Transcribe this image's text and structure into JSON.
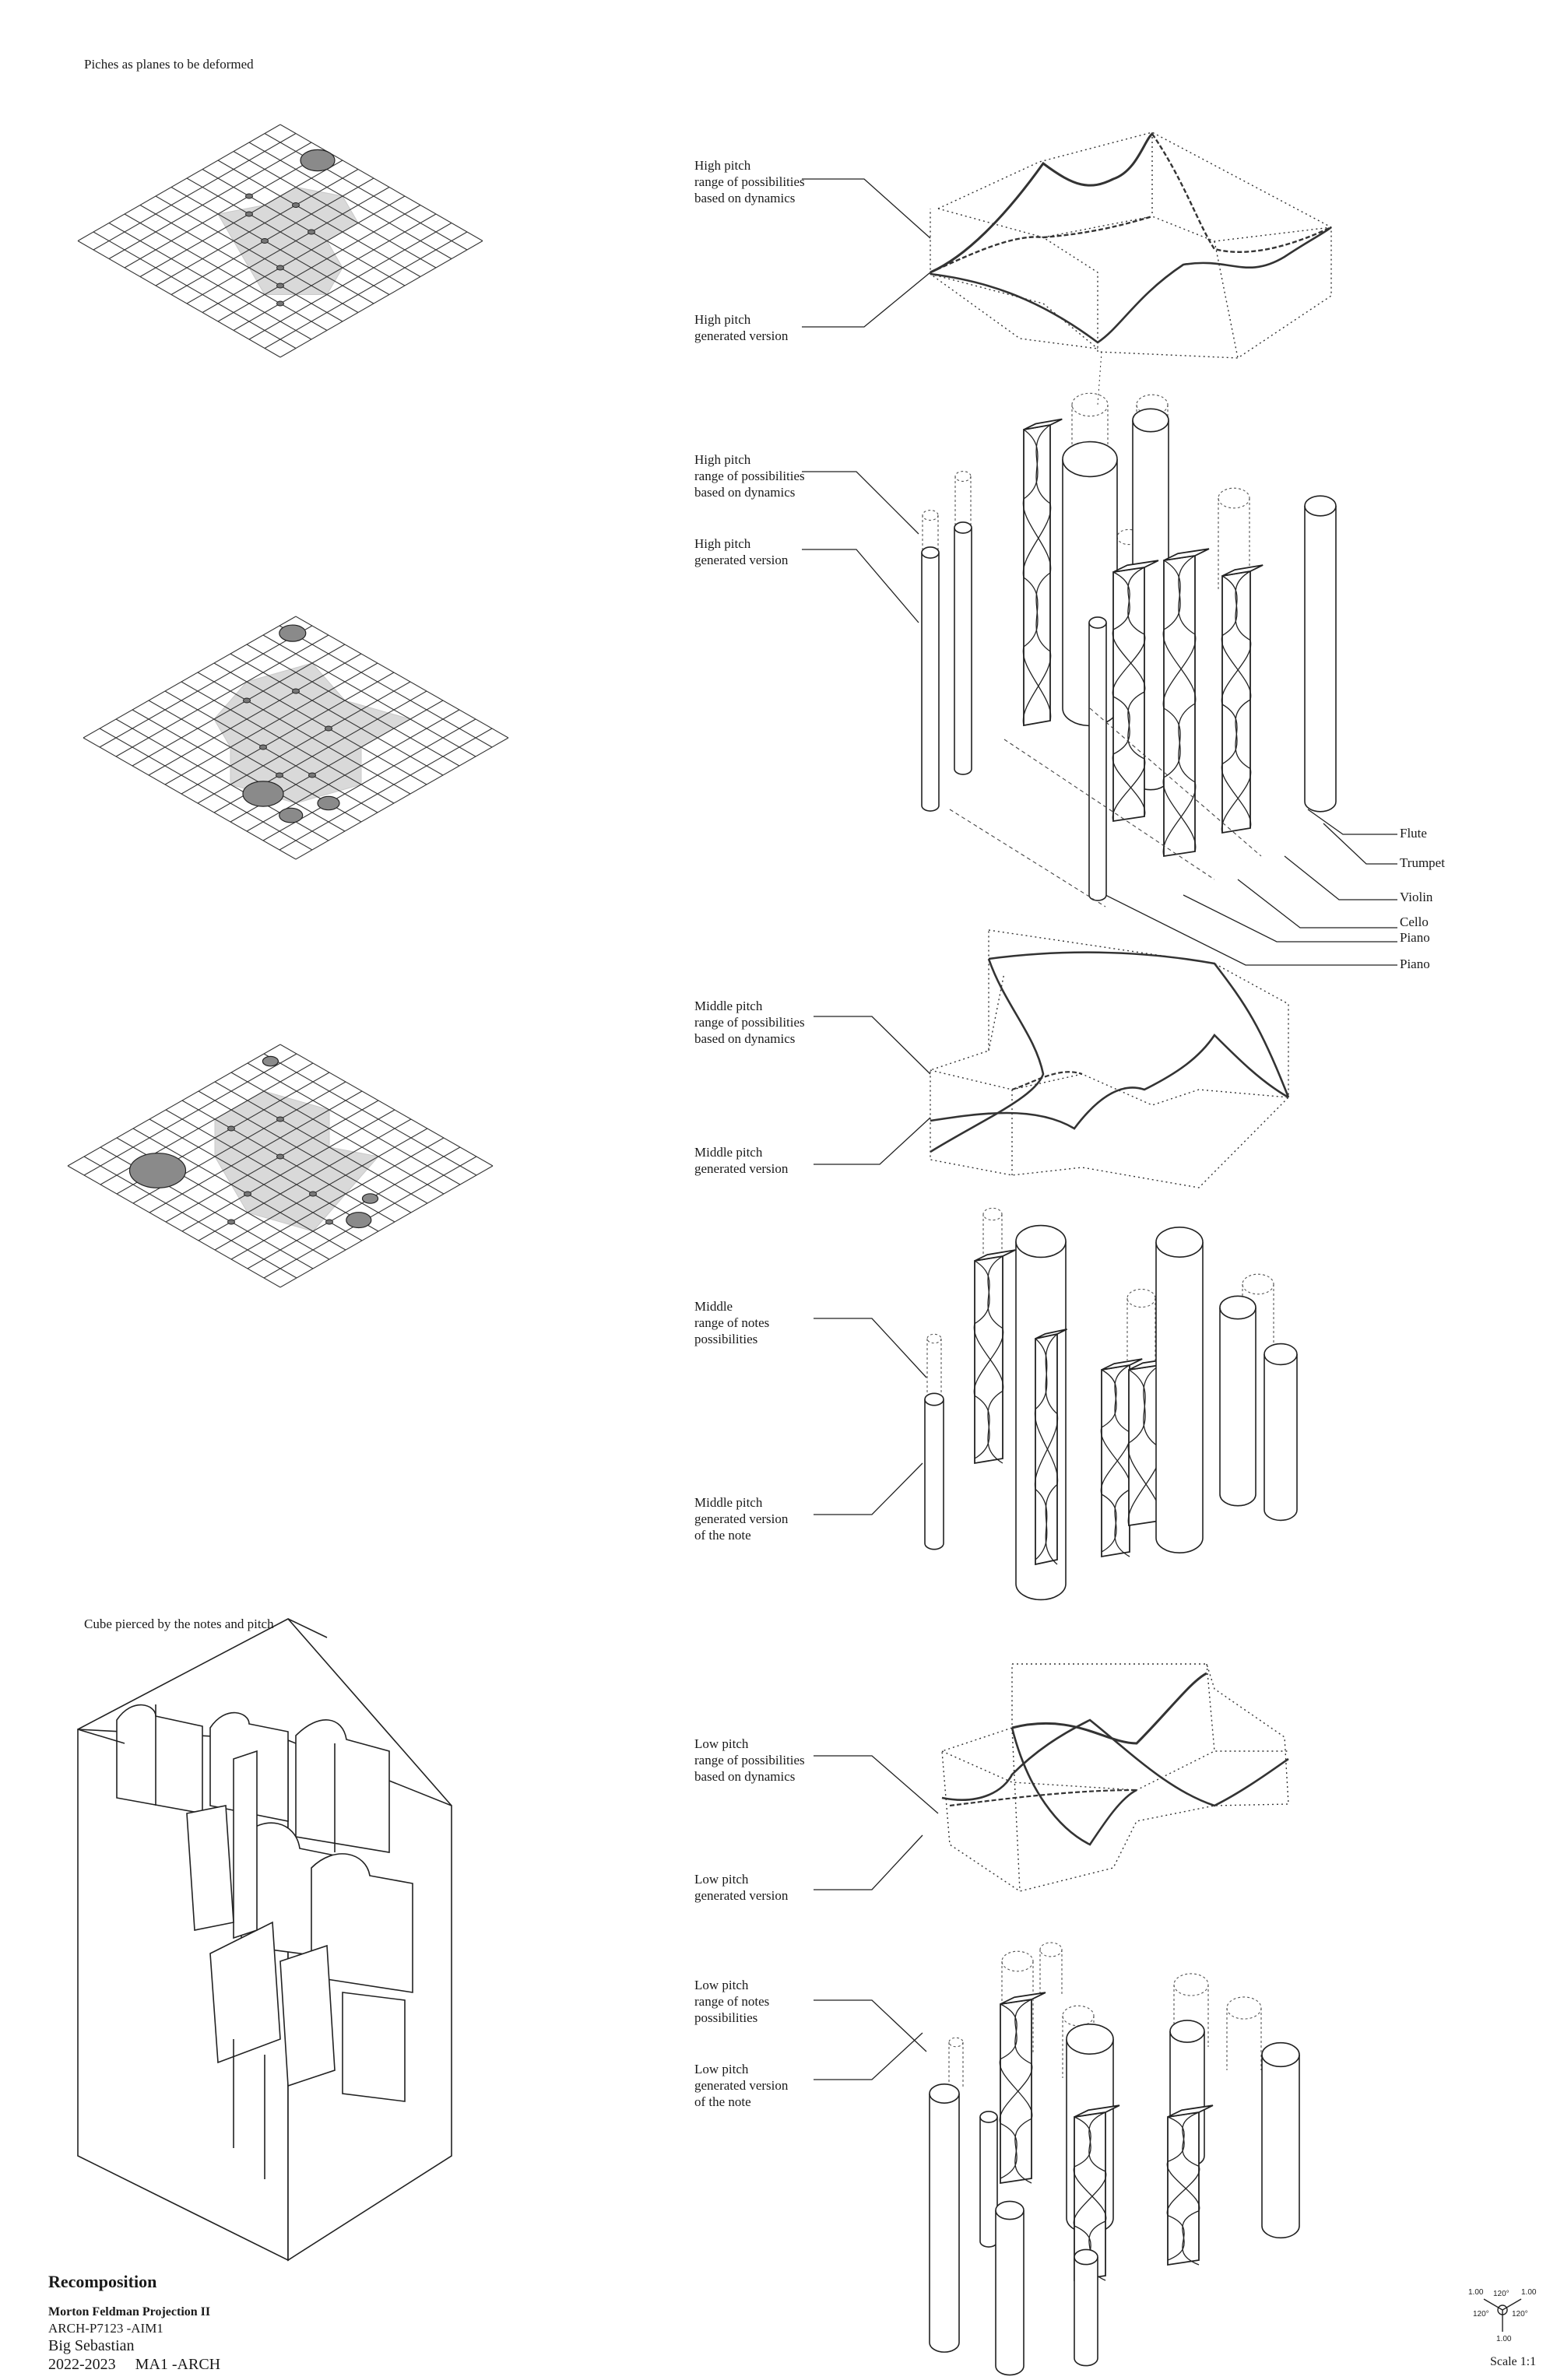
{
  "captions": {
    "planes": "Piches as planes to be deformed",
    "cube": "Cube pierced by the notes and pitch"
  },
  "labels": {
    "high_range": "High pitch\nrange of possibilities\nbased on dynamics",
    "high_generated": "High pitch\ngenerated version",
    "high_range_2": "High pitch\nrange of possibilities\nbased on dynamics",
    "high_generated_2": "High pitch\ngenerated version",
    "middle_range": "Middle pitch\nrange of possibilities\nbased on dynamics",
    "middle_generated": "Middle pitch\ngenerated version",
    "middle_notes_range": "Middle\nrange of  notes\npossibilities",
    "middle_notes_generated": "Middle pitch\ngenerated version\nof the note",
    "low_range": "Low pitch\nrange of possibilities\nbased on dynamics",
    "low_generated": "Low pitch\ngenerated version",
    "low_notes_range": "Low pitch\nrange of  notes\npossibilities",
    "low_notes_generated": "Low pitch\ngenerated version\nof the note"
  },
  "instruments": [
    "Flute",
    "Trumpet",
    "Violin",
    "Cello",
    "Piano",
    "Piano"
  ],
  "title_block": {
    "title": "Recomposition",
    "subtitle": "Morton Feldman Projection II",
    "course": "ARCH-P7123 -AIM1",
    "author": "Big Sebastian",
    "year": "2022-2023",
    "program": "MA1 -ARCH"
  },
  "scale": {
    "label": "Scale 1:1",
    "values": [
      "1.00",
      "120°",
      "1.00",
      "120°",
      "120°",
      "1.00"
    ]
  }
}
